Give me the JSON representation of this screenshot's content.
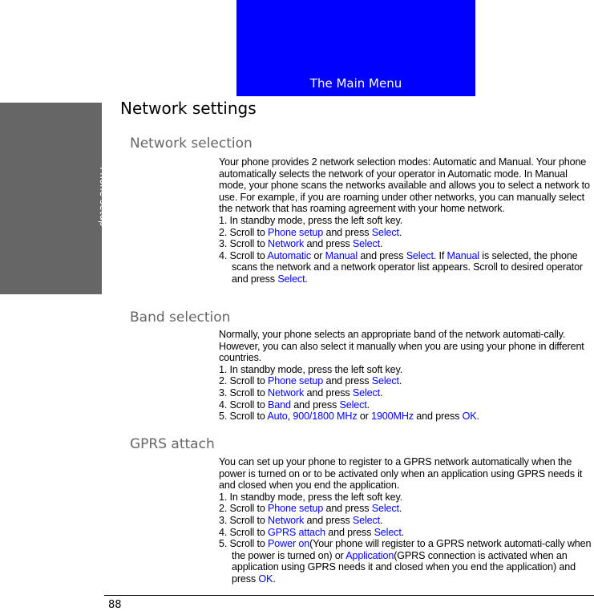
{
  "banner": {
    "label": "The Main Menu",
    "color": "#0000ff"
  },
  "side_tab": {
    "label": "Phone setup"
  },
  "title": "Network settings",
  "highlight_color": "#0000ff",
  "sections": [
    {
      "heading": "Network selection",
      "intro": "Your phone provides 2 network selection modes: Automatic and Manual. Your phone automatically selects the network of your operator in Automatic mode. In Manual mode, your phone scans the networks available and allows you to select a network to use. For example, if you are roaming under other networks, you can manually select the network that has roaming agreement with your home network.",
      "steps": [
        [
          {
            "t": "1. In standby mode, press the left soft key."
          }
        ],
        [
          {
            "t": "2. Scroll to "
          },
          {
            "t": "Phone setup",
            "h": true
          },
          {
            "t": " and press "
          },
          {
            "t": "Select",
            "h": true
          },
          {
            "t": "."
          }
        ],
        [
          {
            "t": "3. Scroll to "
          },
          {
            "t": "Network",
            "h": true
          },
          {
            "t": " and press "
          },
          {
            "t": "Select",
            "h": true
          },
          {
            "t": "."
          }
        ],
        [
          {
            "t": "4. Scroll to "
          },
          {
            "t": "Automatic",
            "h": true
          },
          {
            "t": " or "
          },
          {
            "t": "Manual",
            "h": true
          },
          {
            "t": " and press "
          },
          {
            "t": "Select",
            "h": true
          },
          {
            "t": ". If "
          },
          {
            "t": "Manual",
            "h": true
          },
          {
            "t": " is selected, the phone scans the network and a network operator list appears. Scroll to desired operator and press "
          },
          {
            "t": "Select",
            "h": true
          },
          {
            "t": "."
          }
        ]
      ]
    },
    {
      "heading": "Band selection",
      "intro": "Normally, your phone selects an appropriate band of the network automati-cally. However, you can also select it manually when you are using your phone in different countries.",
      "steps": [
        [
          {
            "t": "1. In standby mode, press the left soft key."
          }
        ],
        [
          {
            "t": "2. Scroll to "
          },
          {
            "t": "Phone setup",
            "h": true
          },
          {
            "t": " and press "
          },
          {
            "t": "Select",
            "h": true
          },
          {
            "t": "."
          }
        ],
        [
          {
            "t": "3. Scroll to "
          },
          {
            "t": "Network",
            "h": true
          },
          {
            "t": " and press "
          },
          {
            "t": "Select",
            "h": true
          },
          {
            "t": "."
          }
        ],
        [
          {
            "t": "4. Scroll to "
          },
          {
            "t": "Band",
            "h": true
          },
          {
            "t": " and press "
          },
          {
            "t": "Select",
            "h": true
          },
          {
            "t": "."
          }
        ],
        [
          {
            "t": "5. Scroll to "
          },
          {
            "t": "Auto",
            "h": true
          },
          {
            "t": ", "
          },
          {
            "t": "900/1800 MHz",
            "h": true
          },
          {
            "t": " or "
          },
          {
            "t": "1900MHz",
            "h": true
          },
          {
            "t": " and press "
          },
          {
            "t": "OK",
            "h": true
          },
          {
            "t": "."
          }
        ]
      ]
    },
    {
      "heading": "GPRS attach",
      "intro": "You can set up your phone to register to a GPRS network automatically when the power is turned on or to be activated only when an application using GPRS needs it and closed when you end the application.",
      "steps": [
        [
          {
            "t": "1. In standby mode, press the left soft key."
          }
        ],
        [
          {
            "t": "2. Scroll to "
          },
          {
            "t": "Phone setup",
            "h": true
          },
          {
            "t": " and press "
          },
          {
            "t": "Select",
            "h": true
          },
          {
            "t": "."
          }
        ],
        [
          {
            "t": "3. Scroll to "
          },
          {
            "t": "Network",
            "h": true
          },
          {
            "t": " and press "
          },
          {
            "t": "Select",
            "h": true
          },
          {
            "t": "."
          }
        ],
        [
          {
            "t": "4. Scroll to "
          },
          {
            "t": "GPRS attach",
            "h": true
          },
          {
            "t": " and press "
          },
          {
            "t": "Select",
            "h": true
          },
          {
            "t": "."
          }
        ],
        [
          {
            "t": "5. Scroll to "
          },
          {
            "t": "Power on",
            "h": true
          },
          {
            "t": "(Your phone will register to a GPRS network automati-cally when the power is turned on) or "
          },
          {
            "t": "Application",
            "h": true
          },
          {
            "t": "(GPRS connection is activated when an application using GPRS needs it and closed when you end the application) and press "
          },
          {
            "t": "OK",
            "h": true
          },
          {
            "t": "."
          }
        ]
      ]
    }
  ],
  "page_number": "88"
}
